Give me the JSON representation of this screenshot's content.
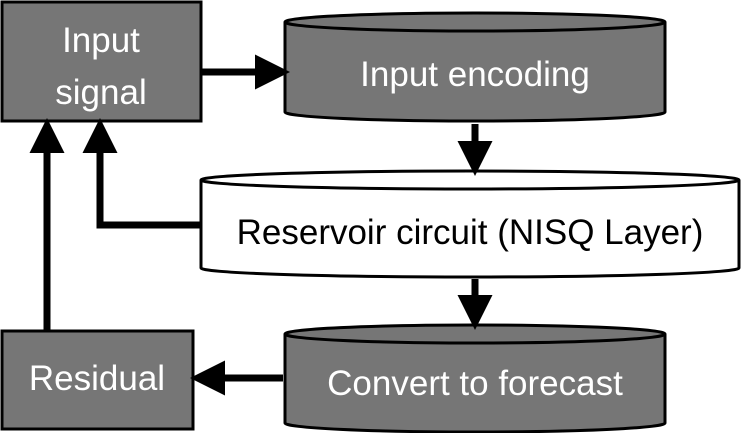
{
  "nodes": {
    "input_signal": {
      "line1": "Input",
      "line2": "signal"
    },
    "input_encoding": {
      "label": "Input encoding"
    },
    "reservoir": {
      "label": "Reservoir circuit (NISQ Layer)"
    },
    "convert": {
      "label": "Convert to forecast"
    },
    "residual": {
      "label": "Residual"
    }
  },
  "colors": {
    "dark_fill": "#767676",
    "light_fill": "#ffffff",
    "stroke": "#000000",
    "dark_text": "#ffffff",
    "light_text": "#000000"
  }
}
